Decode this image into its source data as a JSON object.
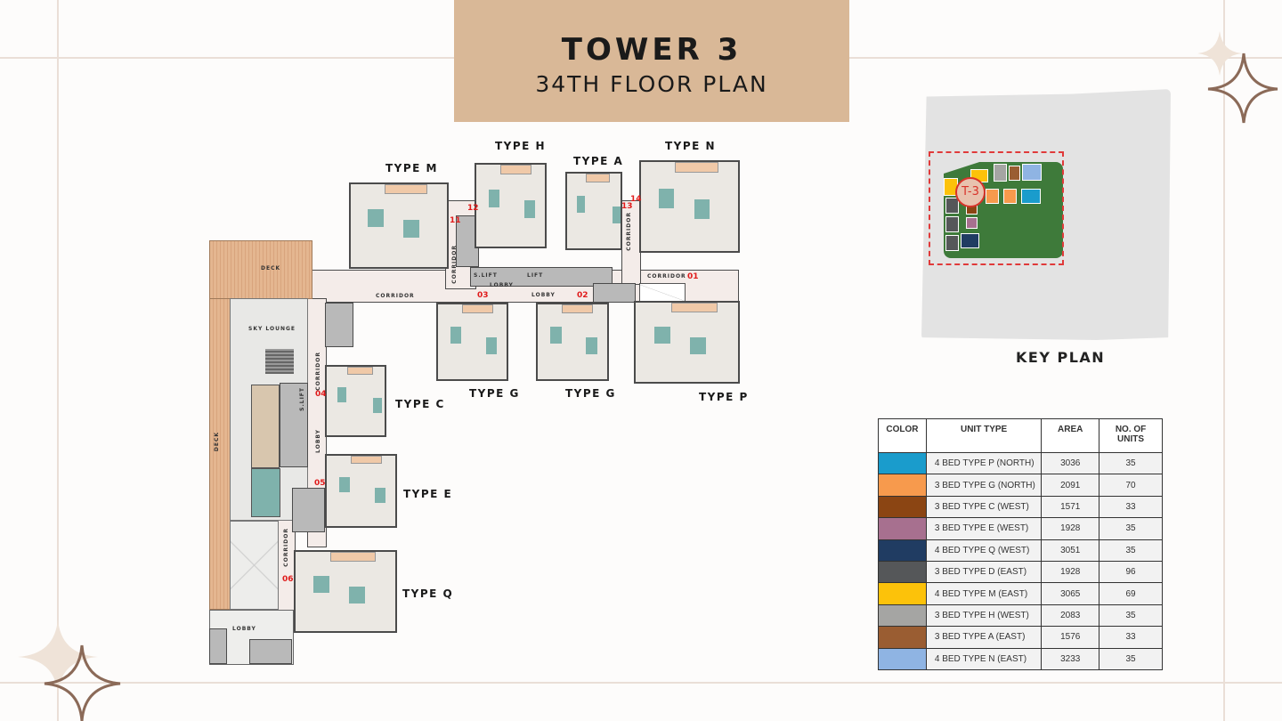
{
  "header": {
    "title": "TOWER 3",
    "subtitle": "34TH FLOOR PLAN"
  },
  "plan": {
    "unit_labels": {
      "m": "TYPE M",
      "h": "TYPE H",
      "a": "TYPE A",
      "n": "TYPE N",
      "g1": "TYPE G",
      "g2": "TYPE G",
      "p": "TYPE P",
      "c": "TYPE C",
      "e": "TYPE E",
      "q": "TYPE Q"
    },
    "areas": {
      "deck_top": "DECK",
      "deck_side": "DECK",
      "sky_lounge": "SKY LOUNGE",
      "lobby_main": "LOBBY",
      "lobby_small": "LOBBY",
      "lobby_west": "LOBBY",
      "lobby_bottom": "LOBBY",
      "corridor_main": "CORRIDOR",
      "corridor_east": "CORRIDOR",
      "corridor_v1": "CORRIDOR",
      "corridor_v2": "CORRIDOR",
      "corridor_v3": "CORRIDOR",
      "corridor_v4": "CORRIDOR",
      "s_lift": "S.LIFT",
      "lift": "LIFT",
      "s_lift_west": "S.LIFT"
    },
    "unit_numbers": [
      "01",
      "02",
      "03",
      "04",
      "05",
      "06",
      "11",
      "12",
      "13",
      "14"
    ]
  },
  "key_plan": {
    "label": "KEY PLAN",
    "tower_marker": "T-3"
  },
  "legend": {
    "headers": [
      "COLOR",
      "UNIT TYPE",
      "AREA",
      "NO. OF UNITS"
    ],
    "rows": [
      {
        "color": "#1a9ccc",
        "type": "4 BED TYPE P (NORTH)",
        "area": "3036",
        "units": "35"
      },
      {
        "color": "#f79a4d",
        "type": "3 BED TYPE G (NORTH)",
        "area": "2091",
        "units": "70"
      },
      {
        "color": "#8b4513",
        "type": "3 BED TYPE C (WEST)",
        "area": "1571",
        "units": "33"
      },
      {
        "color": "#a7708f",
        "type": "3 BED TYPE E (WEST)",
        "area": "1928",
        "units": "35"
      },
      {
        "color": "#203c62",
        "type": "4 BED TYPE Q (WEST)",
        "area": "3051",
        "units": "35"
      },
      {
        "color": "#555759",
        "type": "3 BED TYPE D (EAST)",
        "area": "1928",
        "units": "96"
      },
      {
        "color": "#fcc20a",
        "type": "4 BED TYPE M (EAST)",
        "area": "3065",
        "units": "69"
      },
      {
        "color": "#a5a5a3",
        "type": "3 BED TYPE H (WEST)",
        "area": "2083",
        "units": "35"
      },
      {
        "color": "#9a5d32",
        "type": "3 BED TYPE A (EAST)",
        "area": "1576",
        "units": "33"
      },
      {
        "color": "#8fb4e3",
        "type": "4 BED TYPE N (EAST)",
        "area": "3233",
        "units": "35"
      }
    ]
  },
  "colors": {
    "header_bg": "#d9b897",
    "sparkle": "#8b6a58",
    "unit_number": "#e01b1b",
    "key_dash": "#e03a3a"
  }
}
